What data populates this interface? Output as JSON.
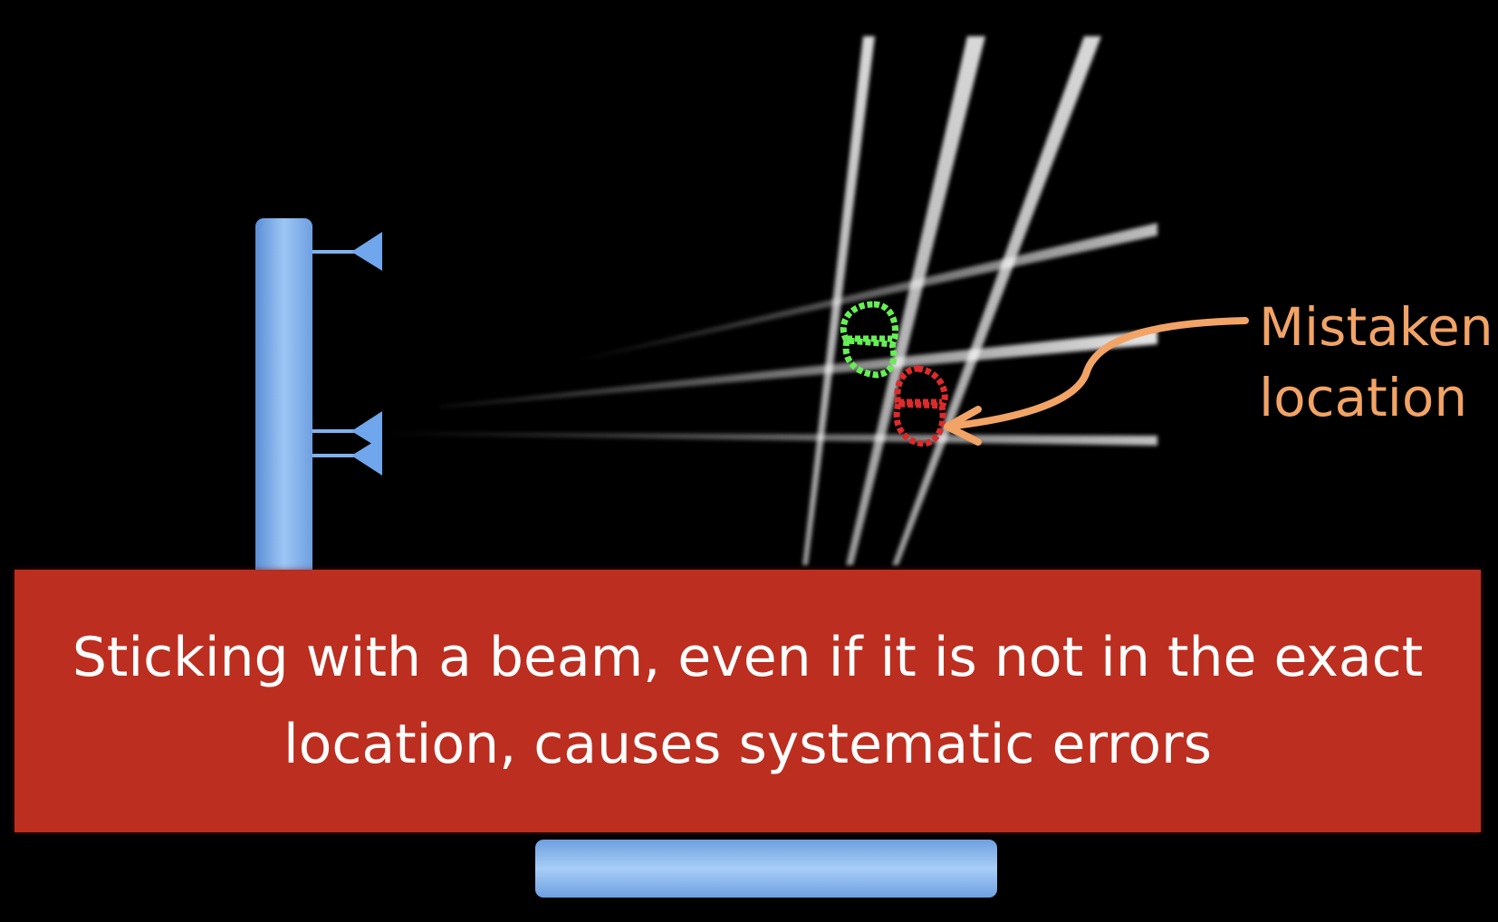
{
  "callout": {
    "line1": "Mistaken",
    "line2": "location",
    "color": "#F2A366"
  },
  "banner": {
    "line1": "Sticking with a beam, even if it is not in the exact",
    "line2": "location, causes systematic errors",
    "background": "#BC2E1F"
  },
  "colors": {
    "detector_blue": "#7FB2F0",
    "true_location": "#66EE55",
    "mistaken_location": "#DD2A2A",
    "beam": "#FFFFFF"
  }
}
